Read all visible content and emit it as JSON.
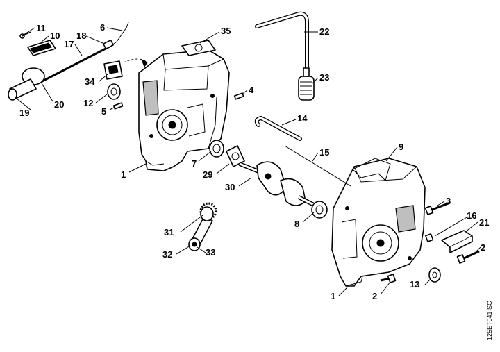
{
  "diagram": {
    "code": "125ET041 SC",
    "callouts": [
      {
        "id": "c11",
        "label": "11"
      },
      {
        "id": "c10",
        "label": "10"
      },
      {
        "id": "c18",
        "label": "18"
      },
      {
        "id": "c17",
        "label": "17"
      },
      {
        "id": "c6",
        "label": "6"
      },
      {
        "id": "c35",
        "label": "35"
      },
      {
        "id": "c22",
        "label": "22"
      },
      {
        "id": "c34",
        "label": "34"
      },
      {
        "id": "c20",
        "label": "20"
      },
      {
        "id": "c19",
        "label": "19"
      },
      {
        "id": "c12",
        "label": "12"
      },
      {
        "id": "c5",
        "label": "5"
      },
      {
        "id": "c4",
        "label": "4"
      },
      {
        "id": "c23",
        "label": "23"
      },
      {
        "id": "c14",
        "label": "14"
      },
      {
        "id": "c15",
        "label": "15"
      },
      {
        "id": "c9",
        "label": "9"
      },
      {
        "id": "c1a",
        "label": "1"
      },
      {
        "id": "c7",
        "label": "7"
      },
      {
        "id": "c29",
        "label": "29"
      },
      {
        "id": "c30",
        "label": "30"
      },
      {
        "id": "c3",
        "label": "3"
      },
      {
        "id": "c8",
        "label": "8"
      },
      {
        "id": "c16",
        "label": "16"
      },
      {
        "id": "c21",
        "label": "21"
      },
      {
        "id": "c31",
        "label": "31"
      },
      {
        "id": "c32",
        "label": "32"
      },
      {
        "id": "c33",
        "label": "33"
      },
      {
        "id": "c2a",
        "label": "2"
      },
      {
        "id": "c13",
        "label": "13"
      },
      {
        "id": "c1b",
        "label": "1"
      },
      {
        "id": "c2b",
        "label": "2"
      }
    ]
  }
}
